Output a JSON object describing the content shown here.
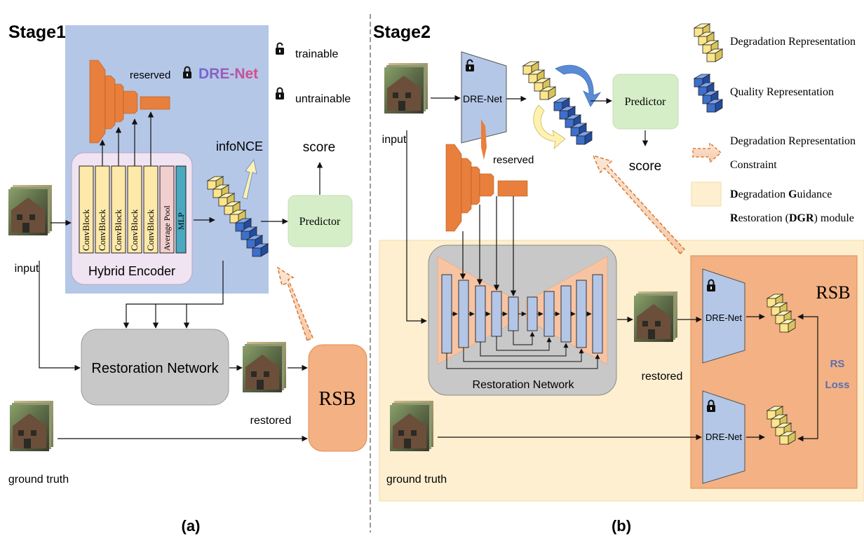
{
  "stage1": {
    "title": "Stage1",
    "dre_net_label": "DRE-Net",
    "reserved_label": "reserved",
    "convblock_label": "ConvBlock",
    "average_pool_label": "Average Pool",
    "mlp_label": "MLP",
    "hybrid_encoder_label": "Hybrid Encoder",
    "infonce_label": "infoNCE",
    "score_label": "score",
    "predictor_label": "Predictor",
    "input_label": "input",
    "restoration_network_label": "Restoration Network",
    "restored_label": "restored",
    "rsb_label": "RSB",
    "ground_truth_label": "ground truth",
    "trainable_label": "trainable",
    "untrainable_label": "untrainable",
    "panel_label": "(a)"
  },
  "stage2": {
    "title": "Stage2",
    "input_label": "input",
    "dre_net_label": "DRE-Net",
    "reserved_label": "reserved",
    "predictor_label": "Predictor",
    "score_label": "score",
    "restoration_network_label": "Restoration Network",
    "restored_label": "restored",
    "rsb_label": "RSB",
    "rs_label": "RS",
    "loss_label": "Loss",
    "ground_truth_label": "ground truth",
    "panel_label": "(b)"
  },
  "legend": {
    "degradation_representation": "Degradation Representation",
    "quality_representation": "Quality Representation",
    "constraint_line1": "Degradation Representation",
    "constraint_line2": "Constraint",
    "dgr_line1_a": "D",
    "dgr_line1_b": "egradation ",
    "dgr_line1_c": "G",
    "dgr_line1_d": "uidance",
    "dgr_line2_a": "R",
    "dgr_line2_b": "estoration (",
    "dgr_line2_c": "DGR",
    "dgr_line2_d": ") module"
  },
  "colors": {
    "encoder_panel": "#b4c7e7",
    "hybrid_box": "#f0e3f2",
    "convblock": "#fde9a9",
    "mlp": "#4aa8c0",
    "predictor": "#d5eec7",
    "restoration": "#c8c8c8",
    "rsb": "#f4b183",
    "dgr_panel": "#fdefcf",
    "orange": "#e97f3c",
    "yellow_cube": "#fde58c",
    "blue_cube": "#3d6fcc",
    "bar_blue": "#b4c6e7",
    "dre_trap": "#b4c7e7",
    "dre_label_gradient_start": "#5b5bd6",
    "dre_label_gradient_end": "#e04a88"
  }
}
